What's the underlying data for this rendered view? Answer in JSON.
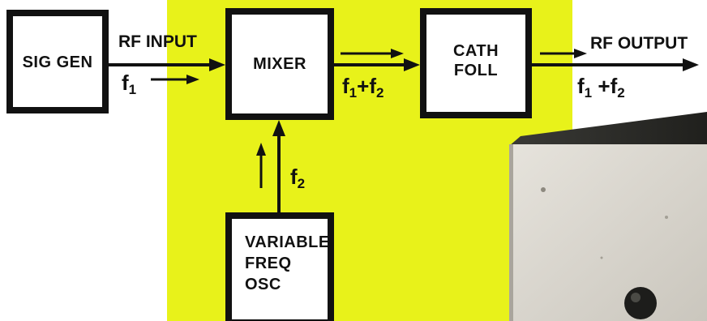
{
  "diagram": {
    "blocks": {
      "sig_gen": "SIG GEN",
      "mixer": "MIXER",
      "cath_foll_line1": "CATH",
      "cath_foll_line2": "FOLL",
      "vfo_line1": "VARIABLE",
      "vfo_line2": "FREQ",
      "vfo_line3": "OSC"
    },
    "signals": {
      "rf_input": "RF INPUT",
      "rf_output": "RF OUTPUT",
      "f1_in_f": "f",
      "f1_in_sub": "1",
      "f2_f": "f",
      "f2_sub": "2",
      "sum_mid_a_f": "f",
      "sum_mid_a_sub": "1",
      "sum_mid_plus": "+",
      "sum_mid_b_f": "f",
      "sum_mid_b_sub": "2",
      "sum_out_a_f": "f",
      "sum_out_a_sub": "1",
      "sum_out_plus": "+",
      "sum_out_b_f": "f",
      "sum_out_b_sub": "2"
    }
  },
  "colors": {
    "background": "#ffffff",
    "highlight_band": "#e8f21a",
    "ink": "#111111",
    "photo_panel": "#d9d6cf"
  }
}
